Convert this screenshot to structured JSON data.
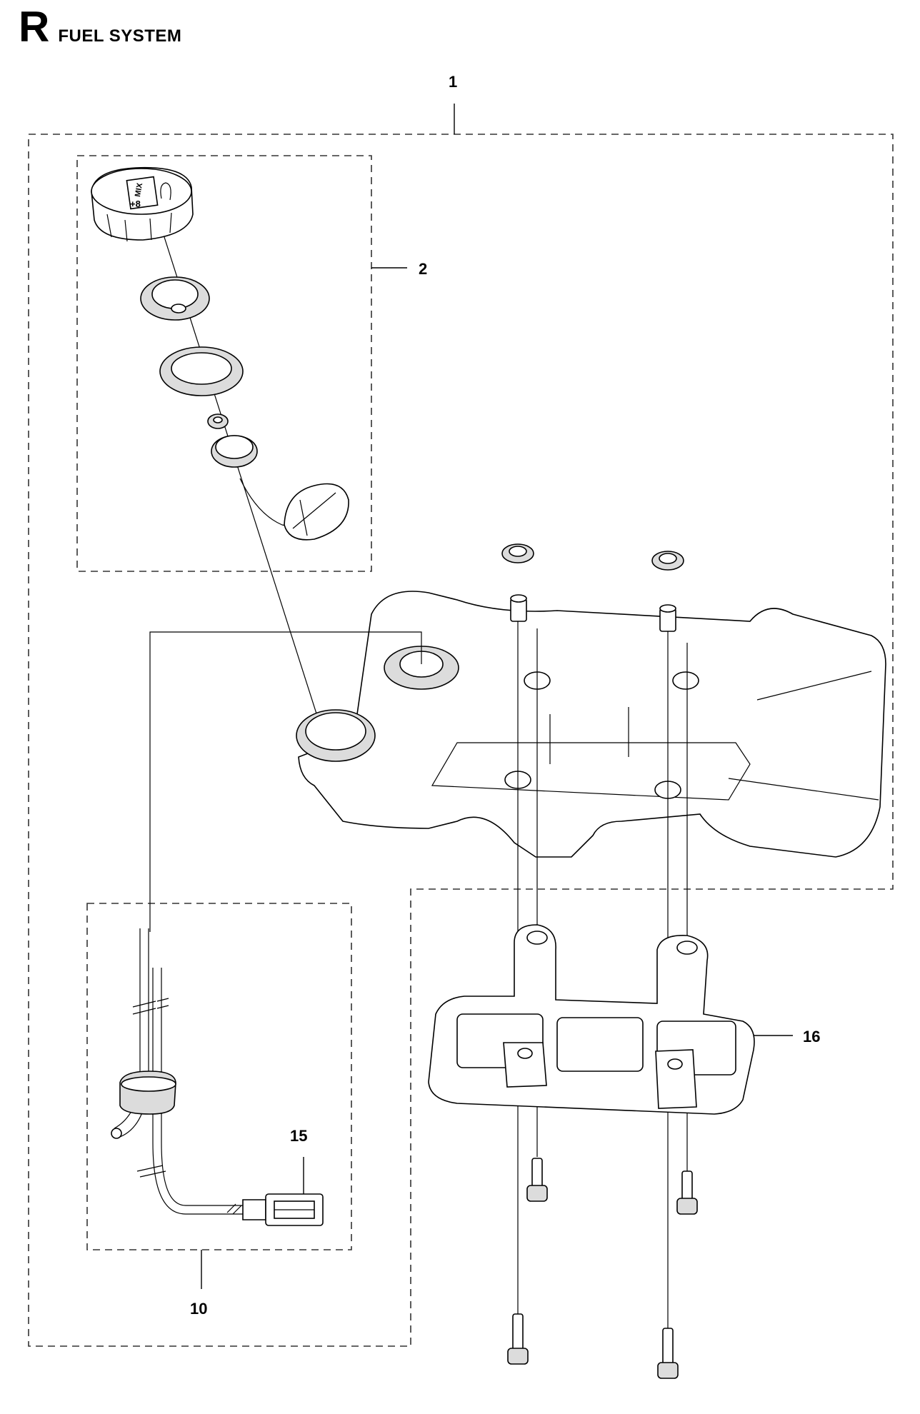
{
  "header": {
    "section_letter": "R",
    "title": "FUEL SYSTEM"
  },
  "callouts": {
    "c1": "1",
    "c2": "2",
    "c10": "10",
    "c15": "15",
    "c16": "16"
  },
  "cap_label": {
    "line1": "MIX",
    "line2": "+8"
  }
}
